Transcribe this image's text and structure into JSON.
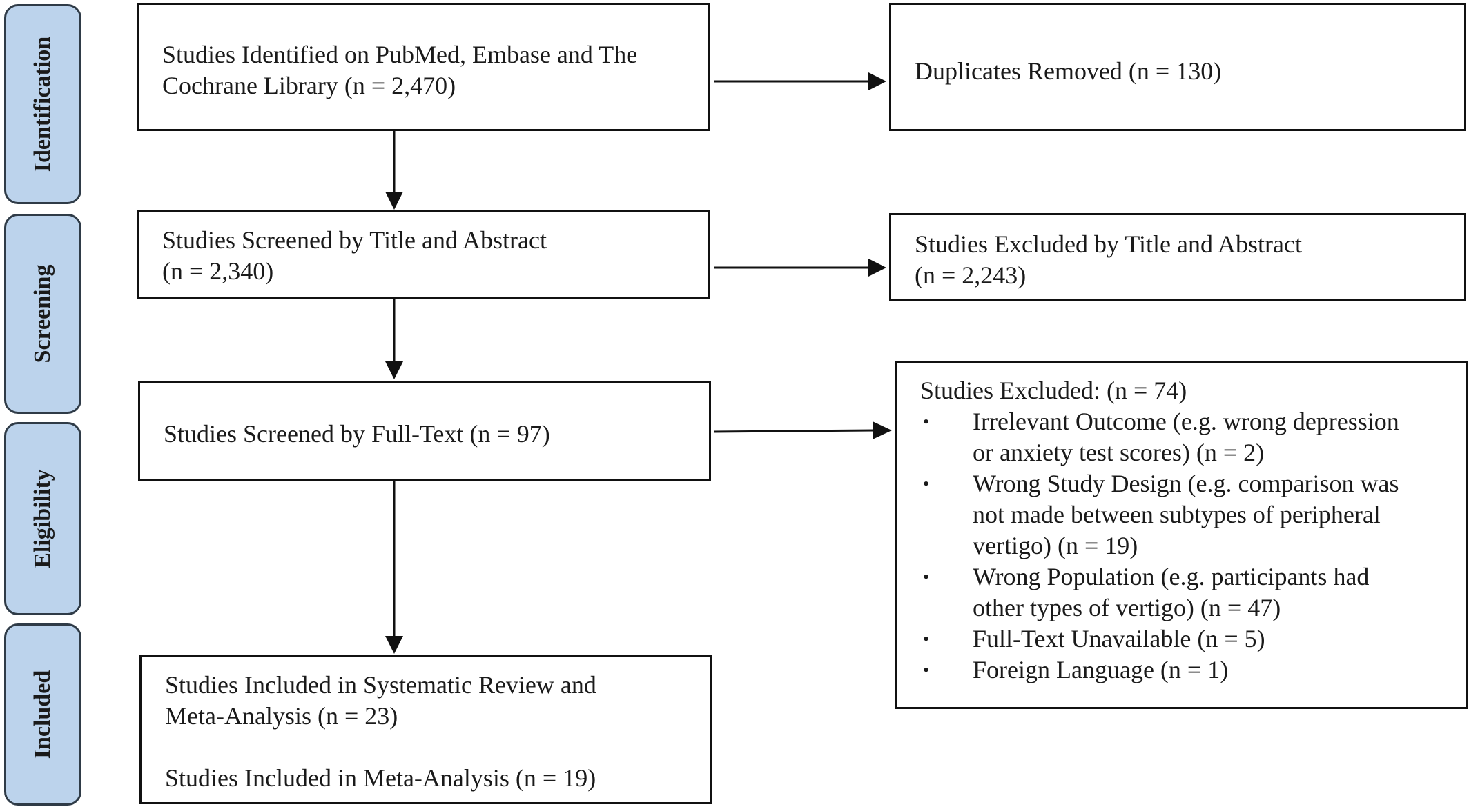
{
  "phases": [
    {
      "label": "Identification"
    },
    {
      "label": "Screening"
    },
    {
      "label": "Eligibility"
    },
    {
      "label": "Included"
    }
  ],
  "boxes": {
    "identified": {
      "line1": "Studies Identified on PubMed, Embase and The",
      "line2": "Cochrane Library (n = 2,470)"
    },
    "duplicates": {
      "line1": "Duplicates Removed (n = 130)"
    },
    "screened": {
      "line1": "Studies Screened by Title and Abstract",
      "line2": "(n = 2,340)"
    },
    "excluded_title": {
      "line1": "Studies Excluded by Title and Abstract",
      "line2": "(n = 2,243)"
    },
    "fulltext": {
      "line1": "Studies Screened by Full-Text (n = 97)"
    },
    "excluded_fulltext": {
      "heading": "Studies Excluded: (n = 74)",
      "bullet_symbol": "•",
      "reasons": [
        {
          "line1": "Irrelevant Outcome (e.g. wrong depression",
          "line2": "or anxiety test scores) (n = 2)"
        },
        {
          "line1": "Wrong Study Design (e.g. comparison was",
          "line2": "not made between subtypes of peripheral",
          "line3": "vertigo) (n = 19)"
        },
        {
          "line1": "Wrong Population (e.g. participants had",
          "line2": "other types of vertigo) (n = 47)"
        },
        {
          "line1": "Full-Text Unavailable (n = 5)"
        },
        {
          "line1": "Foreign Language (n = 1)"
        }
      ]
    },
    "included": {
      "line1": "Studies Included in Systematic Review and",
      "line2": "Meta-Analysis (n = 23)",
      "line3": "Studies Included in Meta-Analysis (n = 19)"
    }
  }
}
